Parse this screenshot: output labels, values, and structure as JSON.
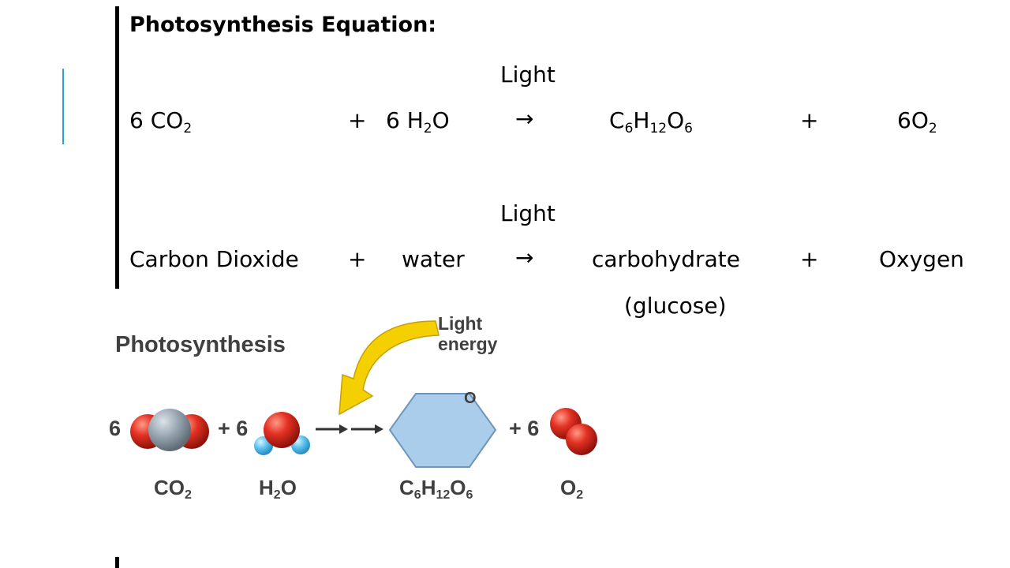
{
  "slide": {
    "heading": "Photosynthesis Equation:",
    "eq1": {
      "condition": "Light",
      "r1_pre": "6 CO",
      "r1_sub": "2",
      "plus1": "+",
      "r2_pre": "6 H",
      "r2_sub": "2",
      "r2_post": "O",
      "arrow": "→",
      "p1_a": "C",
      "p1_a_sub": "6",
      "p1_b": "H",
      "p1_b_sub": "12",
      "p1_c": "O",
      "p1_c_sub": "6",
      "plus2": "+",
      "p2_pre": "6O",
      "p2_sub": "2"
    },
    "eq2": {
      "condition": "Light",
      "r1": "Carbon Dioxide",
      "plus1": "+",
      "r2": "water",
      "arrow": "→",
      "p1": "carbohydrate",
      "p1_note": "(glucose)",
      "plus2": "+",
      "p2": "Oxygen"
    }
  },
  "diagram": {
    "title": "Photosynthesis",
    "light_line1": "Light",
    "light_line2": "energy",
    "coef_co2": "6",
    "plus_h2o": "+ 6",
    "plus_o2": "+ 6",
    "ring_atom": "O",
    "co2_pre": "CO",
    "co2_sub": "2",
    "h2o_pre": "H",
    "h2o_sub": "2",
    "h2o_post": "O",
    "glc_a": "C",
    "glc_a_sub": "6",
    "glc_b": "H",
    "glc_b_sub": "12",
    "glc_c": "O",
    "glc_c_sub": "6",
    "o2_pre": "O",
    "o2_sub": "2",
    "colors": {
      "oxygen": "#d42a1e",
      "carbon": "#8c9aa6",
      "hydrogen": "#5cc2ee",
      "glucose": "#a9cdeb",
      "light_arrow": "#f4d000"
    }
  }
}
